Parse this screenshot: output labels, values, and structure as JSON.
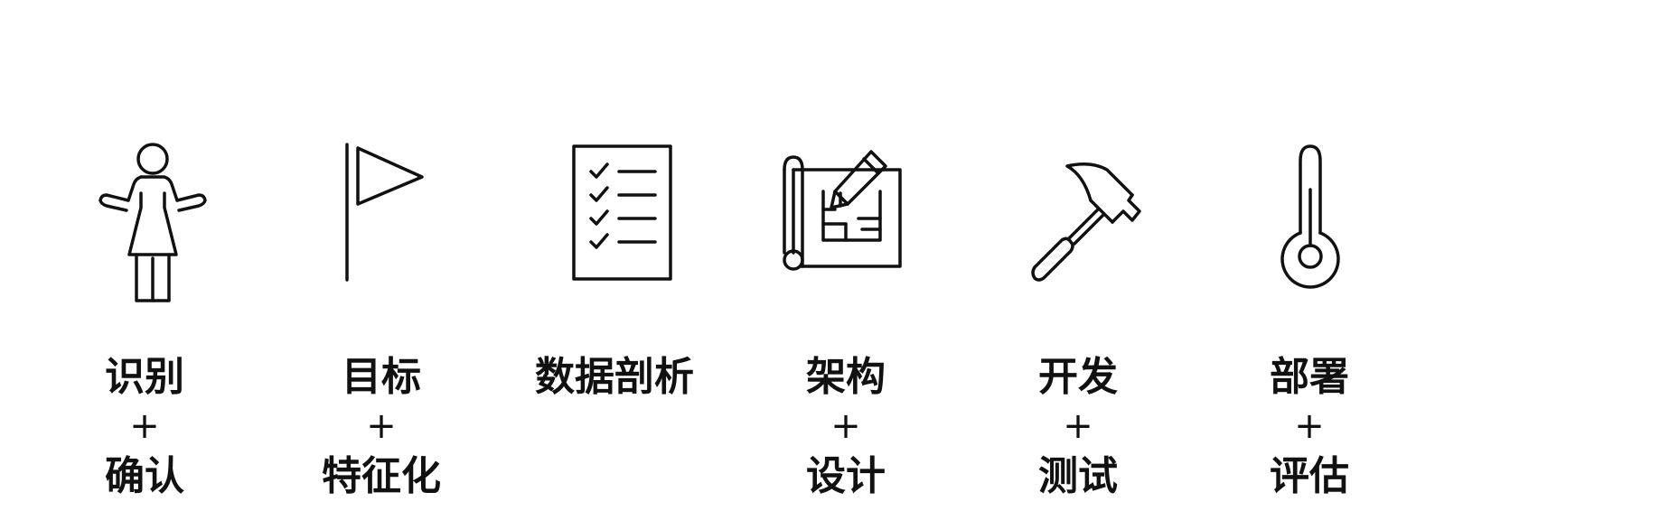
{
  "colors": {
    "stroke": "#111111",
    "background": "#ffffff"
  },
  "steps": [
    {
      "icon": "woman-shrugging-icon",
      "line1": "识别",
      "line2": "+",
      "line3": "确认"
    },
    {
      "icon": "flag-icon",
      "line1": "目标",
      "line2": "+",
      "line3": "特征化"
    },
    {
      "icon": "checklist-icon",
      "line1": "数据剖析",
      "line2": "",
      "line3": ""
    },
    {
      "icon": "blueprint-pencil-icon",
      "line1": "架构",
      "line2": "+",
      "line3": "设计"
    },
    {
      "icon": "hammer-icon",
      "line1": "开发",
      "line2": "+",
      "line3": "测试"
    },
    {
      "icon": "thermometer-icon",
      "line1": "部署",
      "line2": "+",
      "line3": "评估"
    }
  ]
}
